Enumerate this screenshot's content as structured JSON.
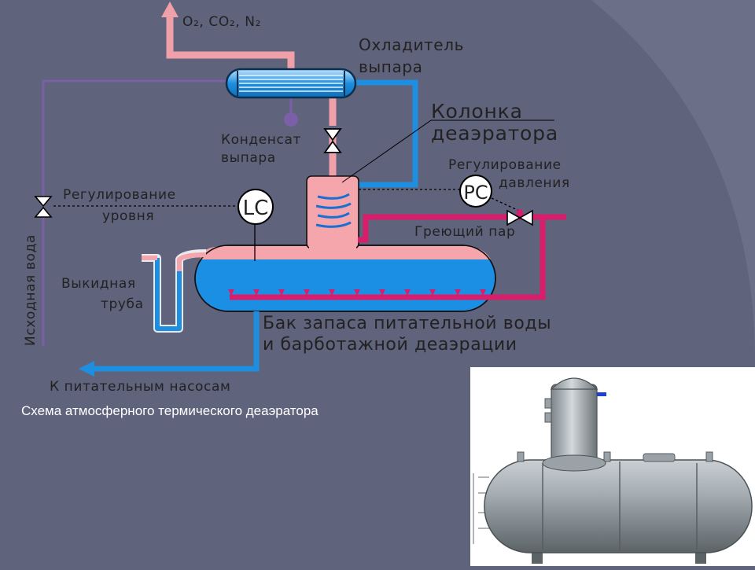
{
  "labels": {
    "gases": "O₂, CO₂, N₂",
    "cooler": [
      "Охладитель",
      "выпара"
    ],
    "column": [
      "Колонка",
      "деаэратора"
    ],
    "condensate": [
      "Конденсат",
      "выпара"
    ],
    "pressure_control": [
      "Регулирование",
      "давления"
    ],
    "level_control": [
      "Регулирование",
      "уровня"
    ],
    "pc_tag": "PC",
    "lc_tag": "LC",
    "heating_steam": "Греющий пар",
    "source_water": "Исходная вода",
    "overflow_pipe": [
      "Выкидная",
      "труба"
    ],
    "tank": [
      "Бак запаса питательной воды",
      "и барботажной деаэрации"
    ],
    "to_pumps": "К питательным насосам"
  },
  "caption": "Схема атмосферного термического деаэратора",
  "colors": {
    "background": "#5f637c",
    "steam_pipe": "#f0a0a8",
    "water_pipe": "#1e8fe0",
    "heating_steam_pipe": "#d81e6a",
    "source_water_pipe": "#7b5fa8",
    "tank_steam_zone": "#f4a6ac",
    "tank_water_zone": "#1a8fe3"
  },
  "photo": {
    "icon": "deaerator-photo-icon"
  }
}
